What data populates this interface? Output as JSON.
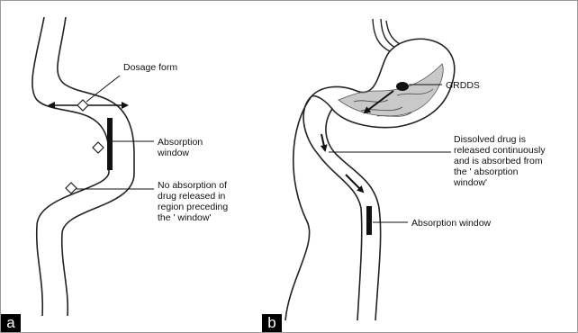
{
  "panels": [
    {
      "letter": "a",
      "labels": {
        "dosage_form": "Dosage form",
        "absorption_window": "Absorption\nwindow",
        "no_absorption": "No absorption of\ndrug released in\nregion preceding\nthe ' window'"
      }
    },
    {
      "letter": "b",
      "labels": {
        "grdds": "GRDDS",
        "dissolved_drug": "Dissolved drug is\nreleased continuously\nand is absorbed from\nthe ' absorption\nwindow'",
        "absorption_window": "Absorption window"
      }
    }
  ],
  "colors": {
    "ink": "#111111",
    "window_bar": "#111111",
    "stomach_texture": "#555555"
  }
}
